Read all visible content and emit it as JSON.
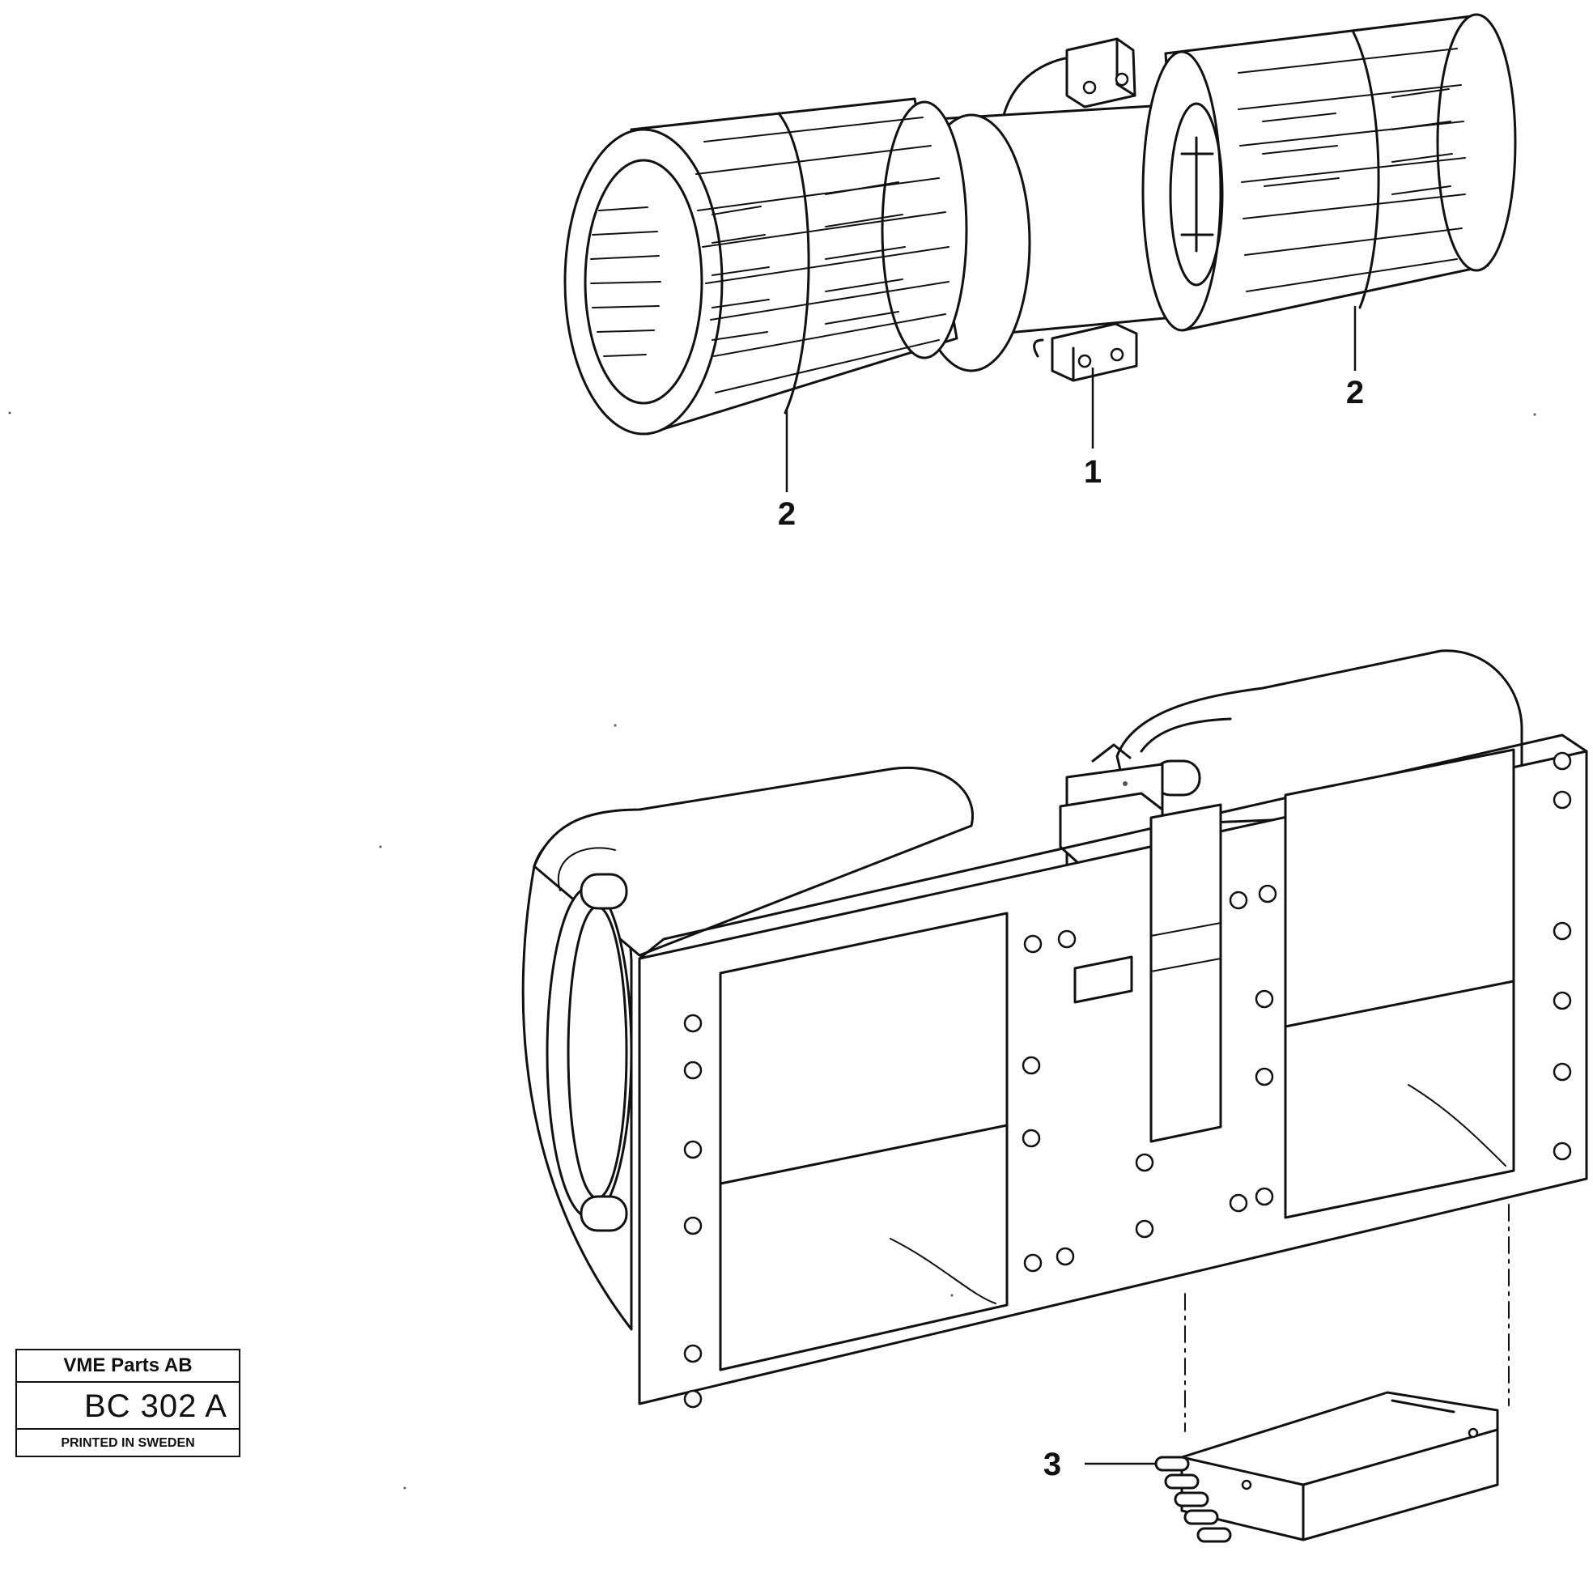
{
  "callouts": {
    "fan_wheel_left": "2",
    "motor": "1",
    "fan_wheel_right": "2",
    "resistor": "3"
  },
  "title_block": {
    "company": "VME Parts AB",
    "drawing_code": "BC 302 A",
    "printed": "PRINTED IN SWEDEN"
  }
}
